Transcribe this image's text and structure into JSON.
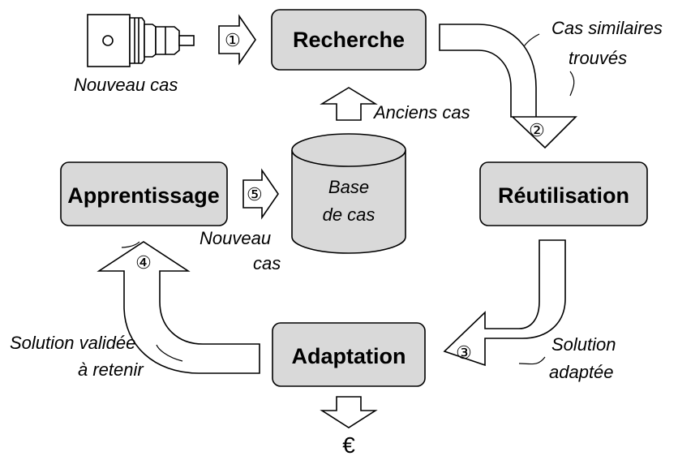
{
  "nodes": {
    "recherche": "Recherche",
    "reutilisation": "Réutilisation",
    "adaptation": "Adaptation",
    "apprentissage": "Apprentissage",
    "base": [
      "Base",
      "de cas"
    ]
  },
  "labels": {
    "nouveau_cas_top": "Nouveau cas",
    "cas_similaires": [
      "Cas similaires",
      "trouvés"
    ],
    "anciens_cas": "Anciens cas",
    "solution_adaptee": [
      "Solution",
      "adaptée"
    ],
    "solution_validee": [
      "Solution validée",
      "à retenir"
    ],
    "nouveau_cas_bottom": [
      "Nouveau",
      "cas"
    ],
    "euro": "€"
  },
  "steps": [
    "①",
    "②",
    "③",
    "④",
    "⑤"
  ]
}
